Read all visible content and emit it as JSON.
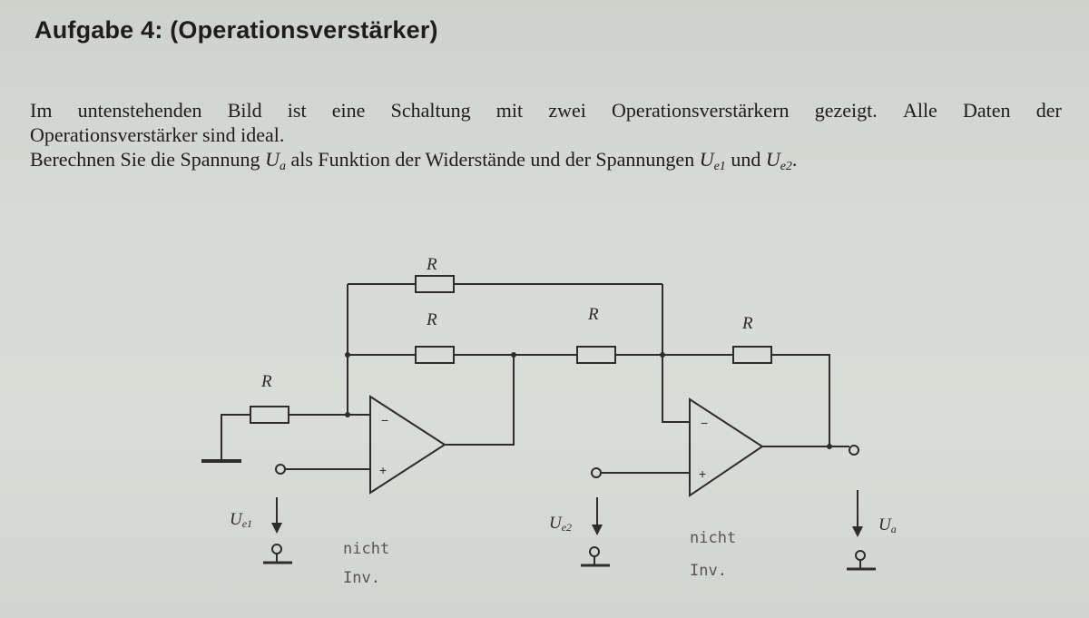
{
  "heading": "Aufgabe 4:  (Operationsverstärker)",
  "task": {
    "line1_words": [
      "Im",
      "untenstehenden",
      "Bild",
      "ist",
      "eine",
      "Schaltung",
      "mit",
      "zwei",
      "Operationsverstärkern",
      "gezeigt.",
      "Alle",
      "Daten",
      "der"
    ],
    "line2": "Operationsverstärker sind ideal.",
    "line3_a": "Berechnen Sie die Spannung ",
    "line3_b": " als Funktion der Widerstände und der Spannungen ",
    "line3_c": " und ",
    "line3_d": "."
  },
  "symbols": {
    "U": "U",
    "sub_a": "a",
    "sub_e1": "e1",
    "sub_e2": "e2"
  },
  "circuit": {
    "resistor_label": "R",
    "minus_sign": "−",
    "plus_sign": "+",
    "voltage_labels": {
      "e1": "e1",
      "e2": "e2",
      "a": "a"
    },
    "handwriting": {
      "op1_line1": "nicht",
      "op1_line2": "Inv.",
      "op2_line1": "nicht",
      "op2_line2": "Inv."
    }
  }
}
